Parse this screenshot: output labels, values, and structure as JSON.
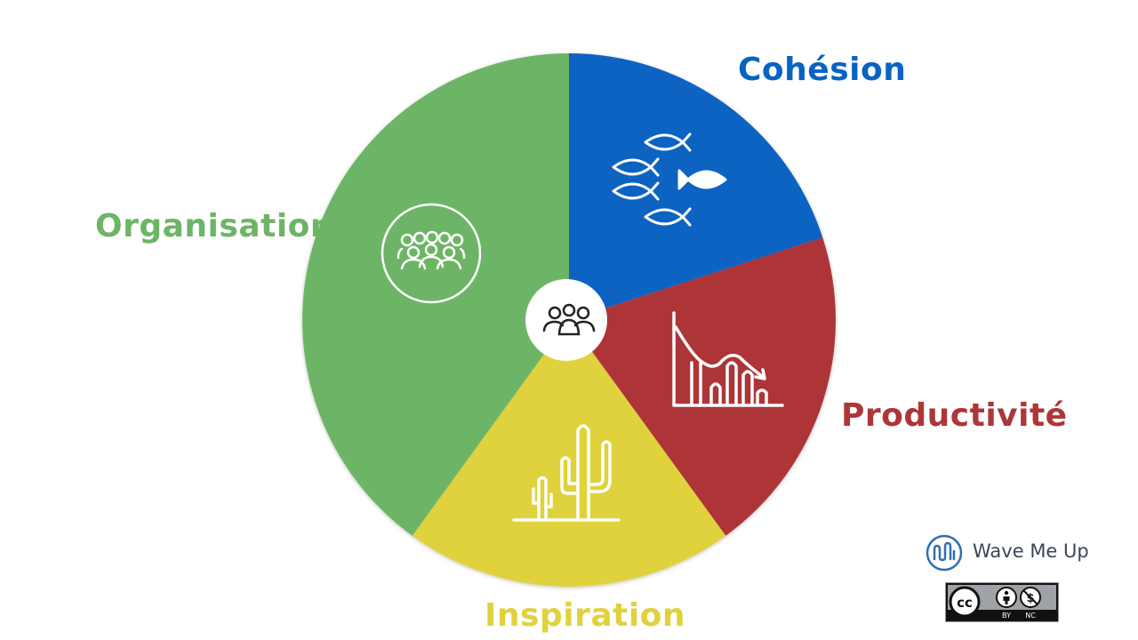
{
  "segments": [
    {
      "label": "Cohésion",
      "color": "#0764c2",
      "icon": "fish-school-icon"
    },
    {
      "label": "Productivité",
      "color": "#ad3638",
      "icon": "declining-chart-icon"
    },
    {
      "label": "Inspiration",
      "color": "#e0d23e",
      "icon": "cactus-desert-icon"
    },
    {
      "label": "Organisation",
      "color": "#6db566",
      "icon": "crowd-icon"
    }
  ],
  "center_icon": "team-icon",
  "brand": {
    "name": "Wave Me Up",
    "icon": "wave-logo-icon"
  },
  "license": {
    "badge": "cc-by-nc-badge",
    "cc": "cc",
    "by": "BY",
    "nc": "NC"
  }
}
